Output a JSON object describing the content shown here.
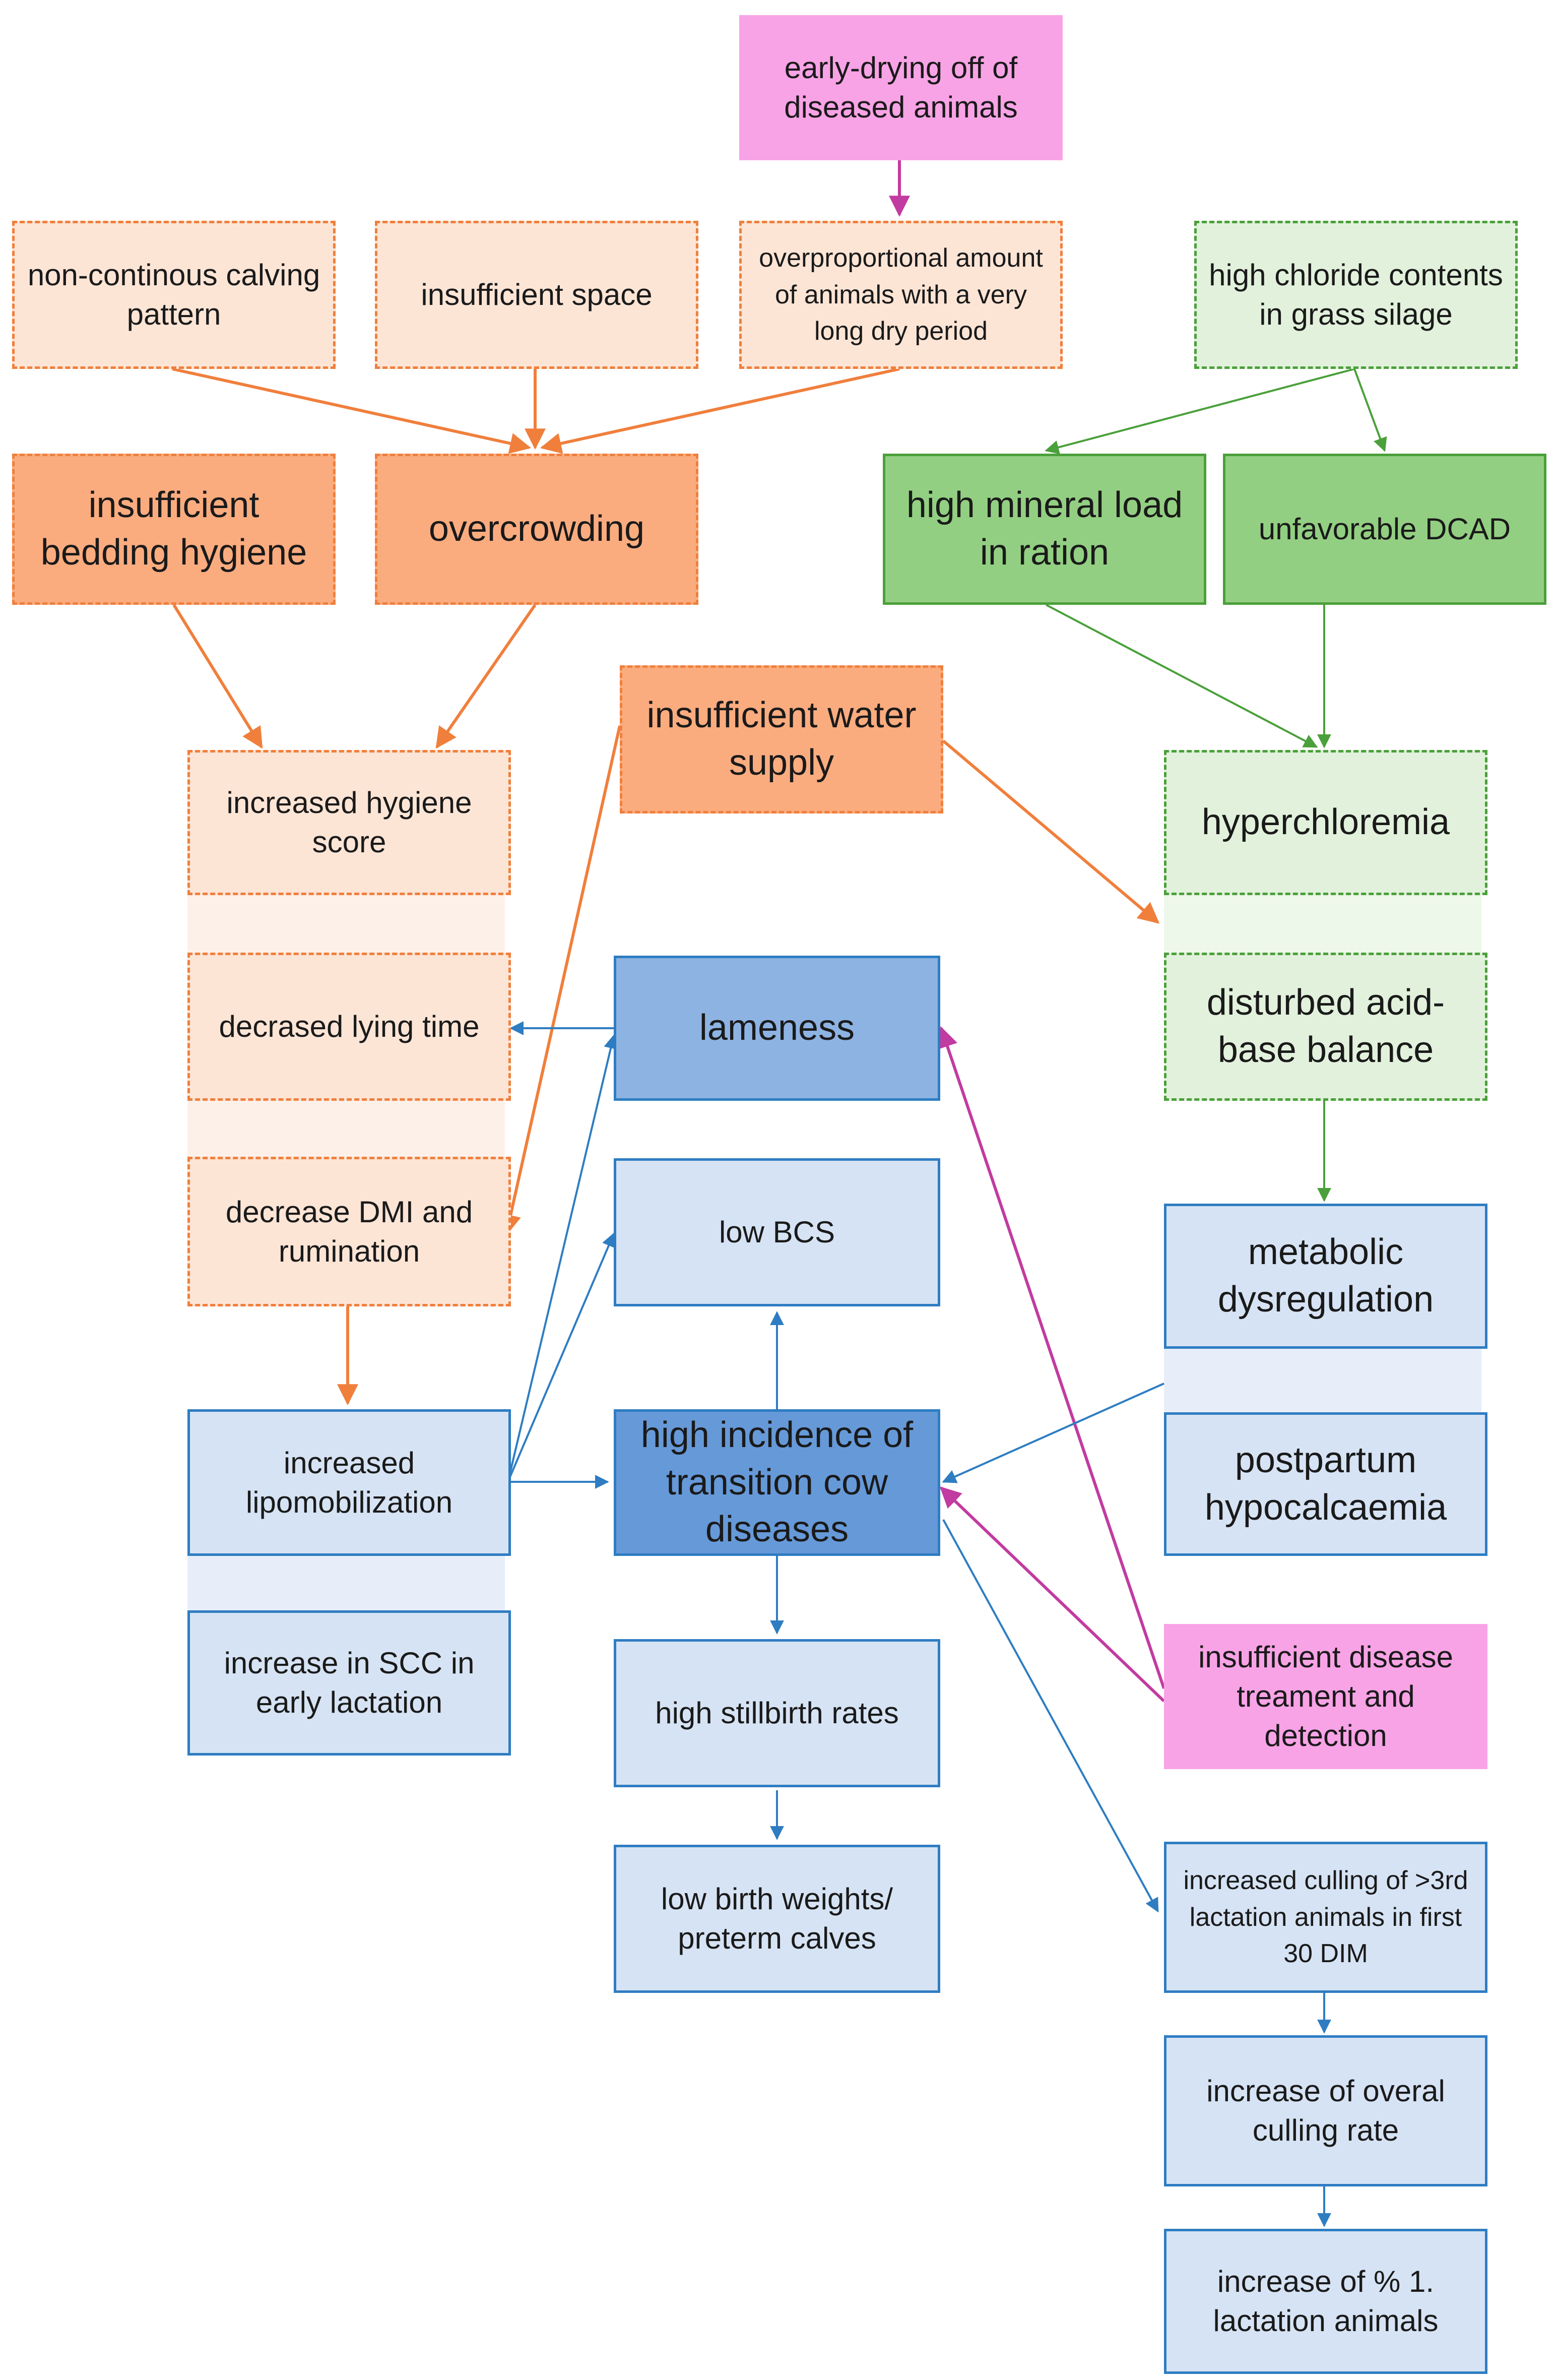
{
  "colors": {
    "orange_arrow": "#f07f3c",
    "green_arrow": "#4aa03a",
    "blue_arrow": "#2e7dc2",
    "magenta_arrow": "#c23ba0",
    "orange_light": "#fde5d6",
    "orange_dark": "#fbac7f",
    "green_light": "#e2f1dc",
    "green_dark": "#93cf82",
    "blue_light": "#d6e3f4",
    "blue_mid": "#8db3e3",
    "blue_dark": "#6699d8",
    "pink": "#f8a3e6"
  },
  "nodes": {
    "early_drying": "early-drying off of diseased animals",
    "noncontinous": "non-continous calving pattern",
    "insufficient_space": "insufficient space",
    "overproportional": "overproportional amount of animals with a very long dry period",
    "high_chloride": "high chloride contents in grass silage",
    "bedding_hygiene": "insufficient bedding hygiene",
    "overcrowding": "overcrowding",
    "high_mineral": "high mineral load in ration",
    "unfavorable_dcad": "unfavorable DCAD",
    "water_supply": "insufficient water supply",
    "hygiene_score": "increased hygiene score",
    "hyperchloremia": "hyperchloremia",
    "lying_time": "decrased lying time",
    "lameness": "lameness",
    "acid_base": "disturbed acid-base balance",
    "dmi": "decrease DMI and rumination",
    "low_bcs": "low BCS",
    "metabolic": "metabolic dysregulation",
    "lipomobilization": "increased lipomobilization",
    "transition": "high incidence of transition cow diseases",
    "hypocalcaemia": "postpartum hypocalcaemia",
    "scc": "increase in SCC in early lactation",
    "stillbirth": "high stillbirth rates",
    "disease_treatment": "insufficient disease treament and detection",
    "birth_weights": "low birth weights/ preterm calves",
    "culling_3rd": "increased culling of >3rd lactation animals in first 30 DIM",
    "overall_culling": "increase of overal culling rate",
    "first_lactation": "increase of % 1. lactation animals"
  }
}
